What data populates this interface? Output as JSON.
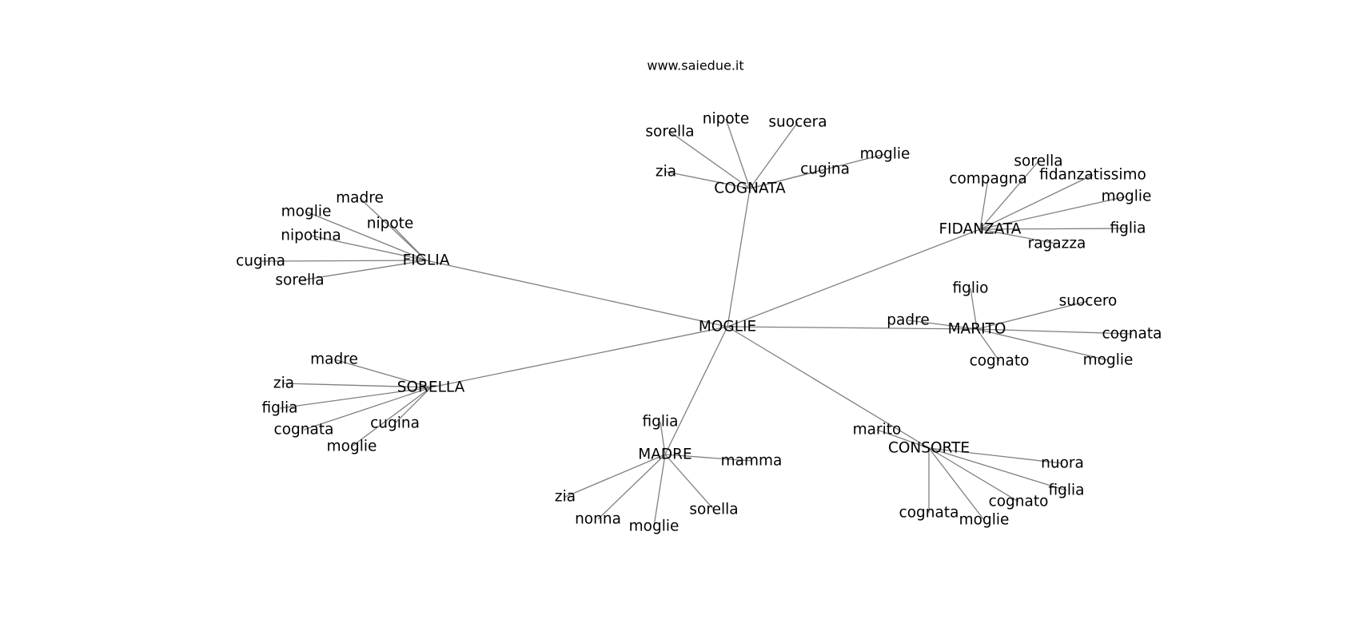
{
  "site": "www.saiedue.it",
  "graph": {
    "root": "MOGLIE",
    "groups": [
      {
        "hub": "COGNATA",
        "leaves": [
          "sorella",
          "nipote",
          "suocera",
          "zia",
          "cugina",
          "moglie"
        ]
      },
      {
        "hub": "FIGLIA",
        "leaves": [
          "madre",
          "moglie",
          "nipote",
          "nipotina",
          "cugina",
          "sorella"
        ]
      },
      {
        "hub": "FIDANZATA",
        "leaves": [
          "sorella",
          "compagna",
          "fidanzatissimo",
          "moglie",
          "figlia",
          "ragazza"
        ]
      },
      {
        "hub": "MARITO",
        "leaves": [
          "figlio",
          "suocero",
          "padre",
          "cognata",
          "cognato",
          "moglie"
        ]
      },
      {
        "hub": "SORELLA",
        "leaves": [
          "madre",
          "zia",
          "figlia",
          "cognata",
          "cugina",
          "moglie"
        ]
      },
      {
        "hub": "MADRE",
        "leaves": [
          "figlia",
          "mamma",
          "zia",
          "nonna",
          "moglie",
          "sorella"
        ]
      },
      {
        "hub": "CONSORTE",
        "leaves": [
          "marito",
          "nuora",
          "figlia",
          "cognato",
          "cognata",
          "moglie"
        ]
      }
    ]
  }
}
